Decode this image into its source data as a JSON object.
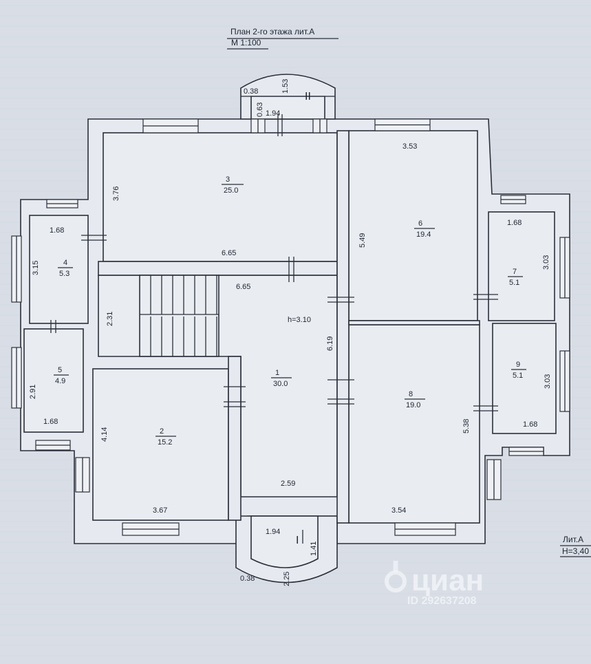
{
  "plan": {
    "title": "План 2-го этажа лит.А",
    "scale": "М 1:100",
    "height_label": "h=3.10",
    "building_label": "Лит.А",
    "building_height": "Н=3,40"
  },
  "rooms": [
    {
      "num": "1",
      "area": "30.0"
    },
    {
      "num": "2",
      "area": "15.2"
    },
    {
      "num": "3",
      "area": "25.0"
    },
    {
      "num": "4",
      "area": "5.3"
    },
    {
      "num": "5",
      "area": "4.9"
    },
    {
      "num": "6",
      "area": "19.4"
    },
    {
      "num": "7",
      "area": "5.1"
    },
    {
      "num": "8",
      "area": "19.0"
    },
    {
      "num": "9",
      "area": "5.1"
    }
  ],
  "dims": {
    "top_bay_038": "0.38",
    "top_bay_063": "0.63",
    "top_bay_153": "1.53",
    "top_bay_194": "1.94",
    "top_bay_mark": "II",
    "r3_width": "6.65",
    "r3_height": "3.76",
    "r6_width": "3.53",
    "r6_height": "5.49",
    "r4_width": "1.68",
    "r4_height": "3.15",
    "r7_width": "1.68",
    "r7_height": "3.03",
    "r1_width": "6.65",
    "r1_height": "6.19",
    "r1_bottom": "2.59",
    "stair_height": "2.31",
    "r5_height": "2.91",
    "r5_width": "1.68",
    "r2_height": "4.14",
    "r2_width": "3.67",
    "r8_height": "5.38",
    "r8_width": "3.54",
    "r9_height": "3.03",
    "r9_width": "1.68",
    "bot_bay_194": "1.94",
    "bot_bay_141": "1.41",
    "bot_bay_225": "2.25",
    "bot_bay_038": "0.38",
    "bot_bay_mark": "I"
  },
  "watermark": {
    "brand": "циан",
    "id": "ID 292637208"
  }
}
